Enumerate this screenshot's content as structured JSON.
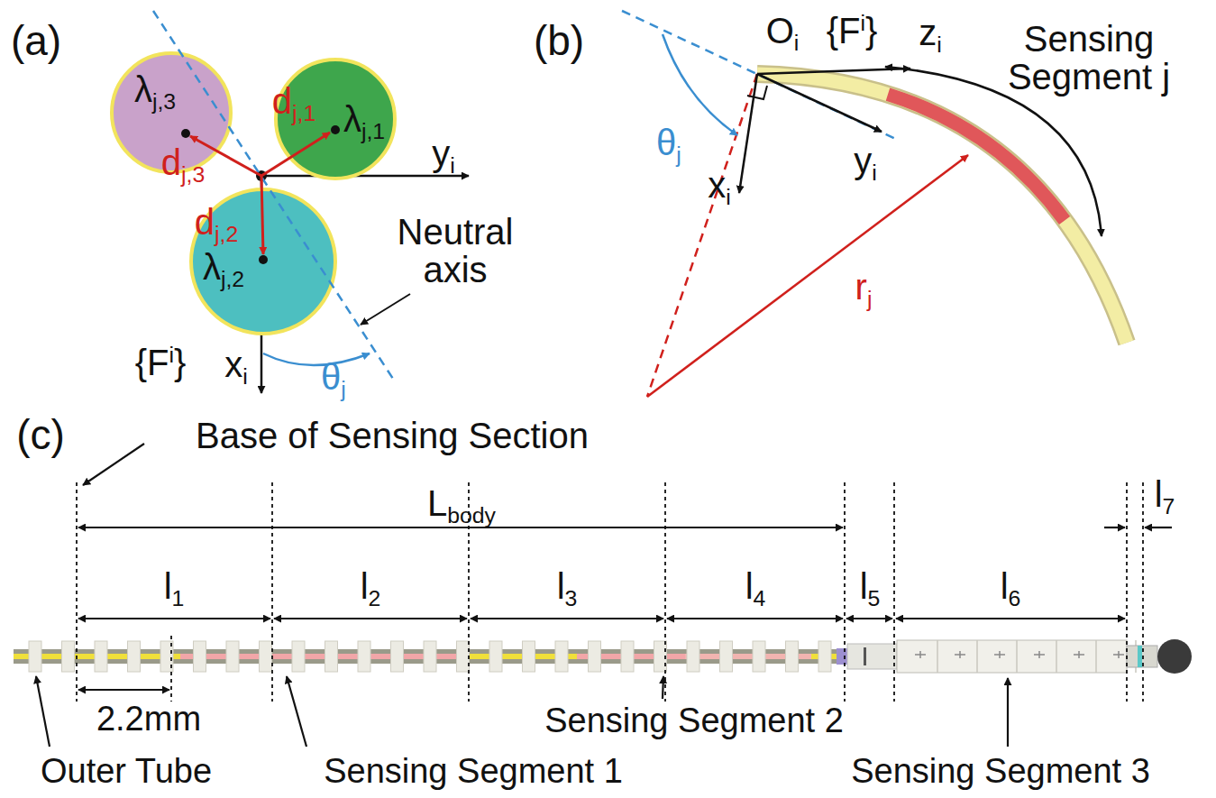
{
  "diagram": {
    "nodes": [
      {
        "text": [
          "λj,3"
        ]
      },
      {
        "text": [
          "λj,1"
        ]
      },
      {
        "text": [
          "λj,2"
        ]
      }
    ],
    "labels": [
      "(a)",
      "dj,1",
      "dj,3",
      "dj,2",
      "yi",
      "Neutral axis",
      "{Fi}",
      "xi",
      "θj",
      "(b)",
      "Oi",
      "{Fi}",
      "zi",
      "Sensing Segment j",
      "θj",
      "xi",
      "yi",
      "rj",
      "(c)",
      "Base of Sensing Section",
      "Lbody",
      "l1",
      "l2",
      "l3",
      "l4",
      "l5",
      "l6",
      "l7",
      "2.2mm",
      "Outer Tube",
      "Sensing Segment 1",
      "Sensing Segment 2",
      "Sensing Segment 3"
    ]
  }
}
